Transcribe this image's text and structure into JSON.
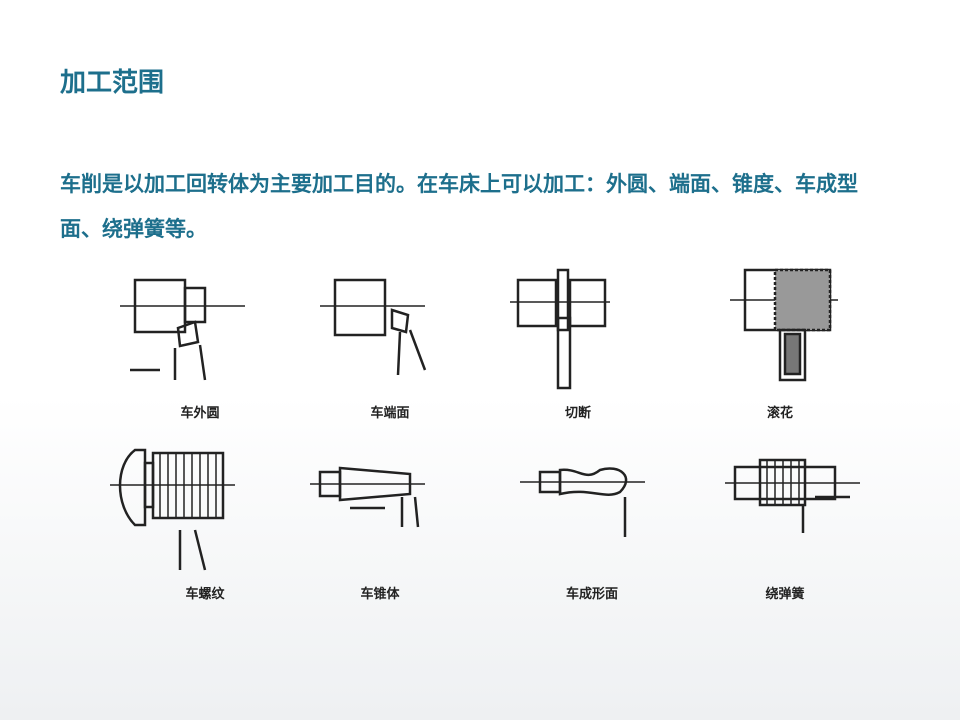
{
  "title": "加工范围",
  "paragraph": "车削是以加工回转体为主要加工目的。在车床上可以加工：外圆、端面、锥度、车成型面、绕弹簧等。",
  "figures": [
    {
      "caption": "车外圆"
    },
    {
      "caption": "车端面"
    },
    {
      "caption": "切断"
    },
    {
      "caption": "滚花"
    },
    {
      "caption": "车螺纹"
    },
    {
      "caption": "车锥体"
    },
    {
      "caption": "车成形面"
    },
    {
      "caption": "绕弹簧"
    }
  ]
}
